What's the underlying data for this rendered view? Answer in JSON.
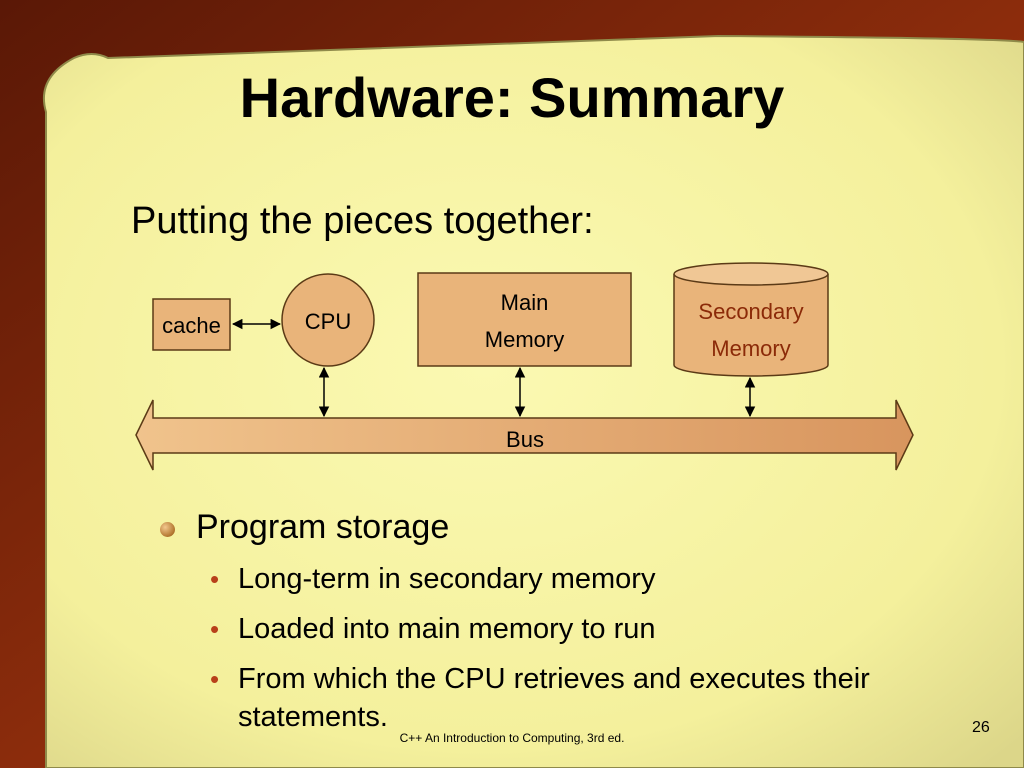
{
  "slide": {
    "title": "Hardware: Summary",
    "subtitle": "Putting the pieces together:",
    "footer": "C++ An Introduction to Computing, 3rd ed.",
    "page_number": "26"
  },
  "diagram": {
    "cache": "cache",
    "cpu": "CPU",
    "main_memory": [
      "Main",
      "Memory"
    ],
    "secondary_memory": [
      "Secondary",
      "Memory"
    ],
    "bus": "Bus"
  },
  "bullets": {
    "heading": "Program storage",
    "items": [
      "Long-term in secondary memory",
      "Loaded into main memory to run",
      "From which  the CPU retrieves and executes their statements."
    ]
  },
  "colors": {
    "background_frame": "#8b2c0c",
    "panel": "#f5f3a0",
    "component_fill": "#e9b47a",
    "bullet_accent": "#b8401a"
  }
}
